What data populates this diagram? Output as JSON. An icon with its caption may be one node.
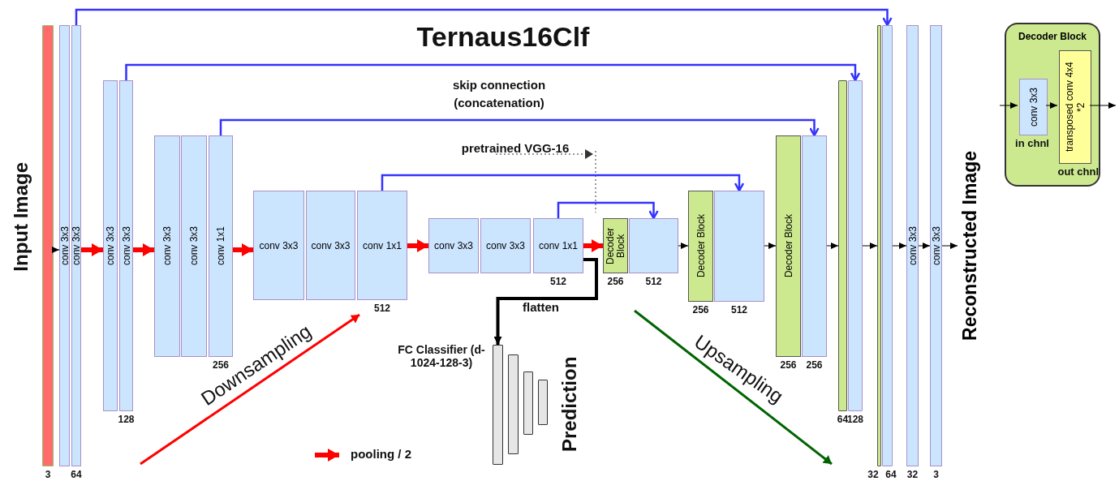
{
  "diagram": {
    "title": "Ternaus16Clf",
    "nodes": [
      {
        "text": [],
        "shape": "bar",
        "beside": [
          "3"
        ]
      },
      {
        "text": [
          "conv 3x3"
        ]
      },
      {
        "text": [
          "conv 3x3"
        ],
        "beside": [
          "64"
        ]
      },
      {
        "text": [
          "conv 3x3"
        ]
      },
      {
        "text": [
          "conv 3x3"
        ],
        "beside": [
          "128"
        ]
      },
      {
        "text": [
          "conv 3x3"
        ]
      },
      {
        "text": [
          "conv 3x3"
        ]
      },
      {
        "text": [
          "conv 1x1"
        ],
        "beside": [
          "256"
        ]
      },
      {
        "text": [
          "conv 3x3"
        ]
      },
      {
        "text": [
          "conv 3x3"
        ]
      },
      {
        "text": [
          "conv 1x1"
        ],
        "beside": [
          "512"
        ]
      },
      {
        "text": [
          "conv 3x3"
        ]
      },
      {
        "text": [
          "conv 3x3"
        ]
      },
      {
        "text": [
          "conv 1x1"
        ],
        "beside": [
          "512"
        ]
      },
      {
        "text": [
          "Decoder Block"
        ],
        "beside": [
          "256"
        ]
      },
      {
        "text": [],
        "shape": "box",
        "beside": [
          "512"
        ]
      },
      {
        "text": [
          "Decoder Block"
        ],
        "beside": [
          "256"
        ]
      },
      {
        "text": [],
        "shape": "box",
        "beside": [
          "512"
        ]
      },
      {
        "text": [
          "Decoder Block"
        ],
        "beside": [
          "256"
        ]
      },
      {
        "text": [],
        "shape": "box",
        "beside": [
          "256"
        ]
      },
      {
        "text": [],
        "shape": "bar",
        "beside": [
          "64"
        ]
      },
      {
        "text": [],
        "shape": "bar",
        "beside": [
          "128"
        ]
      },
      {
        "text": [],
        "shape": "bar",
        "beside": [
          "32"
        ]
      },
      {
        "text": [],
        "shape": "bar",
        "beside": [
          "64"
        ]
      },
      {
        "text": [
          "conv 3x3"
        ],
        "beside": [
          "32"
        ]
      },
      {
        "text": [
          "conv 3x3"
        ],
        "beside": [
          "3"
        ]
      },
      {
        "text": [],
        "shape": "bar",
        "beside": [
          "FC Classifier (d-1024-128-3)"
        ]
      },
      {
        "text": [],
        "shape": "bar"
      },
      {
        "text": [],
        "shape": "bar"
      },
      {
        "text": [],
        "shape": "bar",
        "beside": [
          "Prediction"
        ]
      },
      {
        "text": [
          "Decoder Block"
        ]
      },
      {
        "text": [
          "conv 3x3"
        ],
        "in": 30,
        "beside": [
          "in chnl"
        ]
      },
      {
        "text": [
          "transposed conv 4x4 *2"
        ],
        "in": 30,
        "beside": [
          "out chnl"
        ]
      },
      {
        "text": [
          "Reconstructed Image"
        ]
      }
    ],
    "edges": [
      {
        "from": 0,
        "to": 1,
        "arrow": "to"
      },
      {
        "from": 2,
        "to": 3,
        "arrow": "to",
        "style": "thick",
        "color": "#ff0000"
      },
      {
        "from": 4,
        "to": 5,
        "arrow": "to",
        "style": "thick",
        "color": "#ff0000"
      },
      {
        "from": 7,
        "to": 8,
        "arrow": "to",
        "style": "thick",
        "color": "#ff0000"
      },
      {
        "from": 10,
        "to": 11,
        "arrow": "to",
        "style": "thick",
        "color": "#ff0000"
      },
      {
        "from": 13,
        "to": 14,
        "arrow": "to",
        "style": "thick",
        "color": "#ff0000"
      },
      {
        "from": 15,
        "to": 16,
        "arrow": "to"
      },
      {
        "from": 17,
        "to": 18,
        "arrow": "to"
      },
      {
        "from": 19,
        "to": 20,
        "arrow": "to"
      },
      {
        "from": 21,
        "to": 22,
        "arrow": "to"
      },
      {
        "from": 23,
        "to": 24,
        "arrow": "to"
      },
      {
        "from": 24,
        "to": 25,
        "arrow": "to"
      },
      {
        "from": 25,
        "to": 33,
        "arrow": "to"
      },
      {
        "from": 2,
        "to": 23,
        "arrow": "to",
        "color": "#3333ff"
      },
      {
        "from": 4,
        "to": 21,
        "arrow": "to",
        "color": "#3333ff"
      },
      {
        "from": 7,
        "to": 19,
        "arrow": "to",
        "color": "#3333ff"
      },
      {
        "from": 10,
        "to": 17,
        "arrow": "to",
        "color": "#3333ff"
      },
      {
        "from": 13,
        "to": 15,
        "arrow": "to",
        "color": "#3333ff"
      },
      {
        "from": 13,
        "to": 26,
        "arrow": "to",
        "label": "flatten",
        "style": "thick"
      },
      {
        "from": null,
        "to": 31,
        "arrow": "to"
      },
      {
        "from": 31,
        "to": 32,
        "arrow": "to"
      },
      {
        "from": 32,
        "to": null,
        "arrow": "to"
      }
    ],
    "labels": [
      "Input Image",
      "skip connection (concatenation)",
      "pretrained VGG-16",
      "Downsampling",
      "Upsampling"
    ],
    "legend": [
      {
        "text": "pooling / 2"
      }
    ]
  }
}
